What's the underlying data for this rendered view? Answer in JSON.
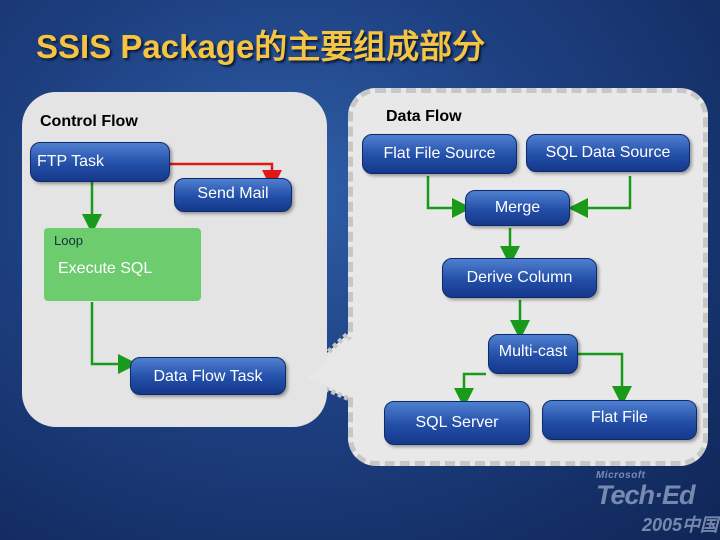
{
  "slide": {
    "title": "SSIS Package的主要组成部分"
  },
  "control_flow": {
    "heading": "Control Flow",
    "tasks": {
      "ftp": "FTP Task",
      "send_mail": "Send Mail",
      "loop": "Loop",
      "execute_sql": "Execute SQL",
      "data_flow_task": "Data Flow Task"
    }
  },
  "data_flow": {
    "heading": "Data Flow",
    "components": {
      "flat_file_source": "Flat File Source",
      "sql_data_source": "SQL Data Source",
      "merge": "Merge",
      "derive_column": "Derive Column",
      "multicast": "Multi-cast",
      "sql_server": "SQL Server",
      "flat_file": "Flat File"
    }
  },
  "colors": {
    "title": "#f5c542",
    "success_arrow": "#1a9a1a",
    "failure_arrow": "#e01818",
    "box_blue": "#234fa8",
    "loop_green": "#6dcc6d"
  },
  "logo": {
    "brand": "Microsoft",
    "name": "Tech·Ed",
    "edition": "2005中国"
  }
}
